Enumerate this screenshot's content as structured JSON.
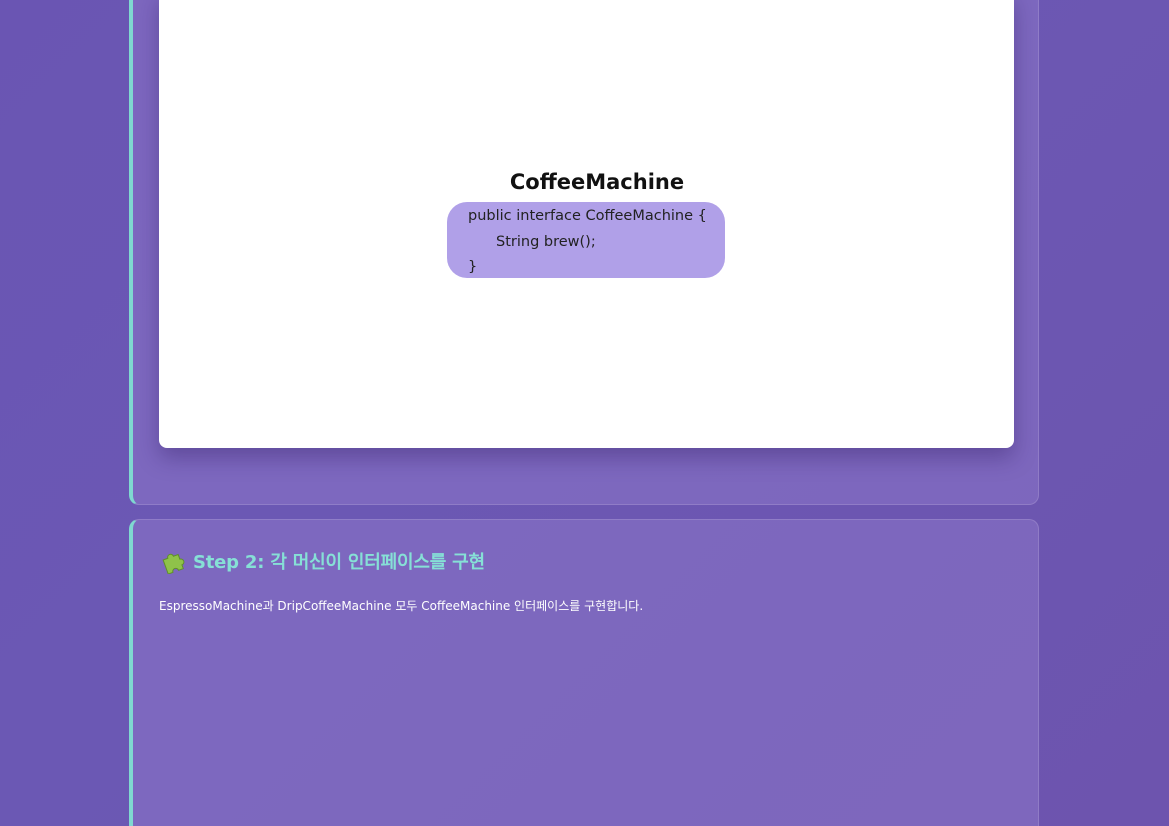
{
  "diagram": {
    "title": "CoffeeMachine",
    "code_lines": [
      "public interface CoffeeMachine {",
      "String brew();",
      "}"
    ],
    "box_color": "#b0a0e8"
  },
  "step2": {
    "icon": "puzzle-piece-icon",
    "title": "Step 2: 각 머신이 인터페이스를 구현",
    "description": "EspressoMachine과 DripCoffeeMachine 모두 CoffeeMachine 인터페이스를 구현합니다."
  },
  "colors": {
    "accent": "#7fd8d0",
    "title": "#86e0d6",
    "background": "#6a55b3"
  }
}
